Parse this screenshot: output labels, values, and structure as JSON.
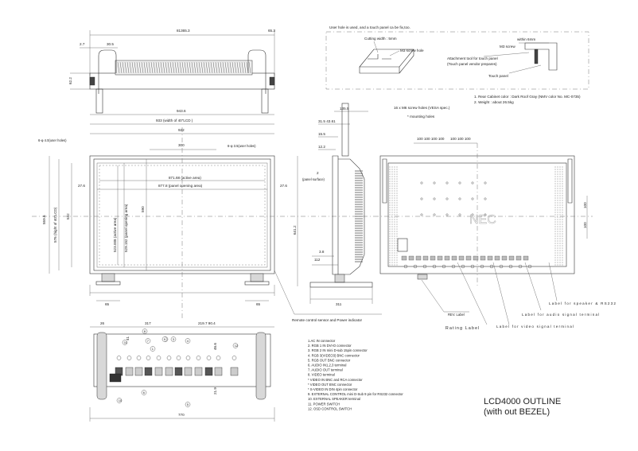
{
  "title": {
    "line1": "LCD4000 OUTLINE",
    "line2": "(with out  BEZEL)"
  },
  "notes": {
    "header": "User hole is used, and a touch panel ca be fix,too.",
    "cutting_width": "Cutting width : 5mm",
    "m3_screw_hole": "M3 screw hole",
    "within_6mm": "within 6mm",
    "m3_screw": "M3 screw",
    "attachment_tool_1": "Attachment tool for touch panel",
    "attachment_tool_2": "(Touch panel vendor prepares)",
    "touch_panel": "Touch panel",
    "spec1": "1. Rear  Cabinet color : Dark Roof Gray (NMV color No. MC-0735)",
    "spec2": "2. Weight          : about 26.5kg"
  },
  "front_view": {
    "dim_total_width": "81365.3",
    "dim_left_top": "2.7",
    "dim_left_handle": "30.5",
    "dim_right_top": "65.3",
    "dim_handle_height": "62.2",
    "dim_943": "943.6",
    "dim_933": "933  (width of 40\"LCD )",
    "dim_922": "922",
    "dim_300": "300",
    "label_user_holes_left": "6-φ 4.0(user holes)",
    "label_user_holes_top": "6-φ 3.5(user holes)",
    "dim_active_w": "871.68 (active area)",
    "dim_panel_w": "877.8 (panel opening  area)",
    "dim_left_margin": "27.6",
    "dim_right_margin": "27.6",
    "dim_total_height": "559.6",
    "dim_lcd_height": "576 (hight of 40\"LCD)",
    "dim_532": "532",
    "dim_active_h": "523.008 (active area)",
    "dim_panel_h": "529.152 (panel opening area)",
    "dim_590": "590",
    "dim_foot_left": "65",
    "dim_foot_right": "65",
    "remote_label": "Remote control sensor and Power indicator"
  },
  "side_view": {
    "dim_135": "135.5",
    "dim_31": "31.5  43.61",
    "dim_15": "15.5",
    "dim_12": "12.2",
    "dim_2": "2",
    "dim_2_label": "(panel surface)",
    "dim_641": "641.2",
    "dim_3_8": "3.8",
    "dim_112": "112",
    "dim_311": "311"
  },
  "rear_view": {
    "vesa_label": "16 x M6  screw holes (VESA spec.)",
    "mounting_label": "* mounting holes",
    "dim_spacing": "100 100 100 100",
    "dim_spacing2": "100 100 100",
    "dim_v1": "100",
    "dim_v2": "100",
    "rev_label": "REV. Label",
    "rating_label": "Rating  Label",
    "video_label": "Label  for  video  signal  terminal",
    "audio_label": "Label  for  audio  signal  terminal",
    "speaker_label": "Label  for  speaker  &  RS232"
  },
  "bottom_view": {
    "dim_26": "26",
    "dim_317": "317",
    "dim_219": "219.7  90.4",
    "dim_41": "41",
    "dim_46": "46.6",
    "dim_21": "21.9",
    "dim_770": "770",
    "callouts": [
      "1",
      "2",
      "3",
      "4",
      "5",
      "6",
      "7",
      "8",
      "9",
      "10",
      "11",
      "12"
    ]
  },
  "legend": [
    "1.AC IN connector",
    "2. RGB 1 IN DVI-D connector",
    "3. RGB 2 IN mini D-sub 15pin connector",
    "4. RGB 3(VIDEO3) BNC connector",
    "5. RGB OUT BNC connector",
    "6. AUDIO IN1,2,3 terminal",
    "7. AUDIO OUT terminal",
    "8. VIDEO terminal",
    "  *  VIDEO IN BNC and RCA connector",
    "  *  VIDEO OUT BNC connector",
    "  *  S-VIDEO IN DIN 4pin connector",
    "9. EXTERNAL CONTROL mini D-Sub 9 pin for RS232 connector",
    "10. EXTERNAL SPEAKER terminal",
    "11. POWER SWITCH",
    "12. OSD CONTROL SWITCH"
  ],
  "logo": "NEC"
}
